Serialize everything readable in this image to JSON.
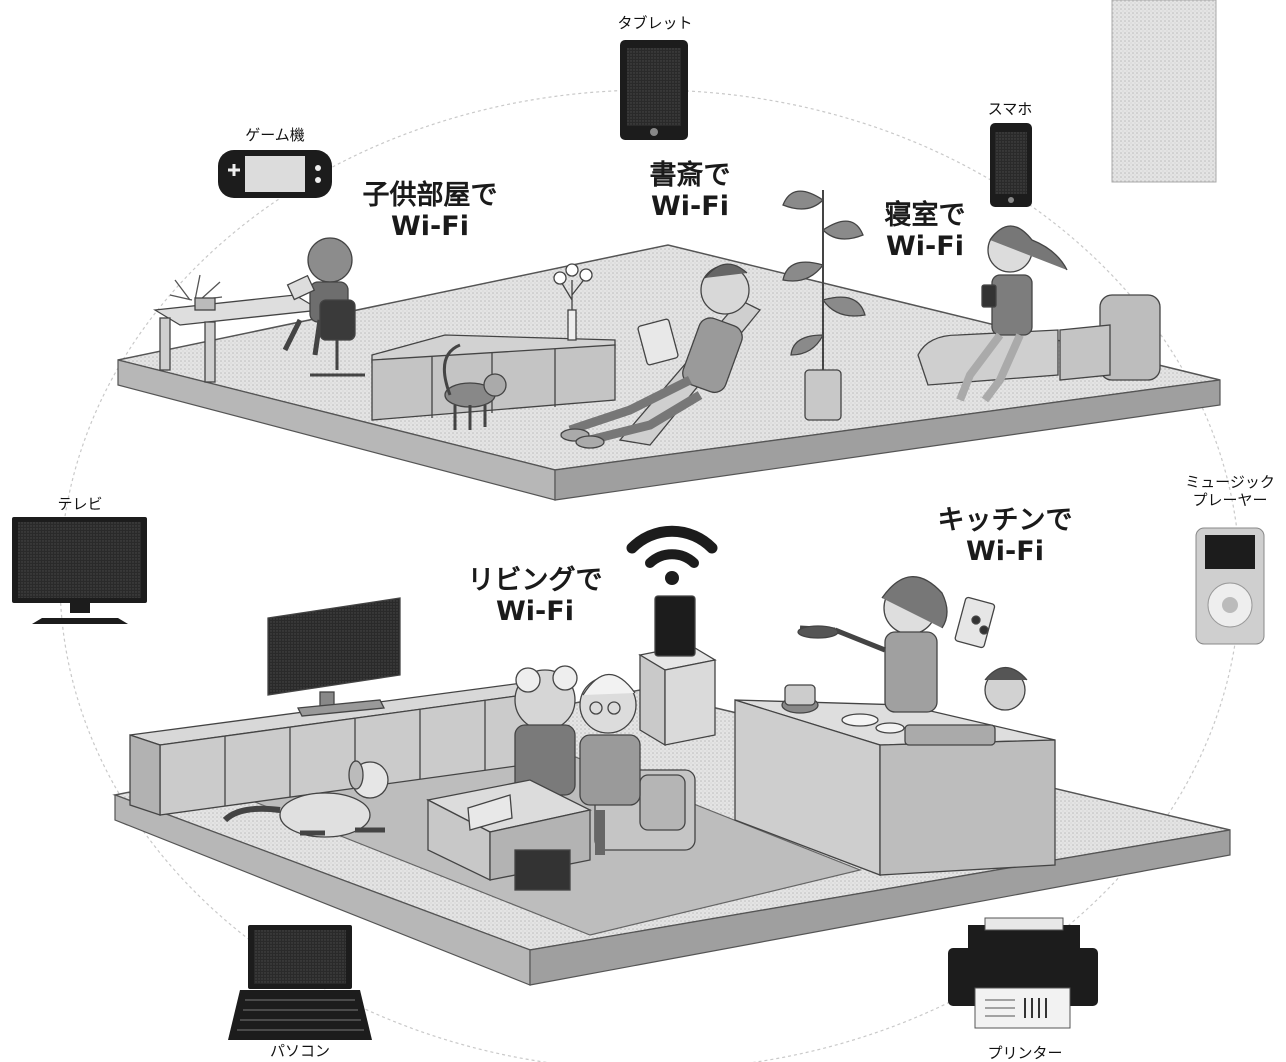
{
  "devices": {
    "tablet": "タブレット",
    "game": "ゲーム機",
    "smartphone": "スマホ",
    "tv": "テレビ",
    "music_line1": "ミュージック",
    "music_line2": "プレーヤー",
    "pc": "パソコン",
    "printer": "プリンター"
  },
  "rooms": {
    "kids_line1": "子供部屋で",
    "kids_line2": "Wi-Fi",
    "study_line1": "書斎で",
    "study_line2": "Wi-Fi",
    "bedroom_line1": "寝室で",
    "bedroom_line2": "Wi-Fi",
    "kitchen_line1": "キッチンで",
    "kitchen_line2": "Wi-Fi",
    "living_line1": "リビングで",
    "living_line2": "Wi-Fi"
  },
  "colors": {
    "floor": "#d6d6d6",
    "edge": "#a8a8a8",
    "device_dark": "#1c1c1c",
    "furniture": "#c2c2c2",
    "outline": "#444444"
  }
}
